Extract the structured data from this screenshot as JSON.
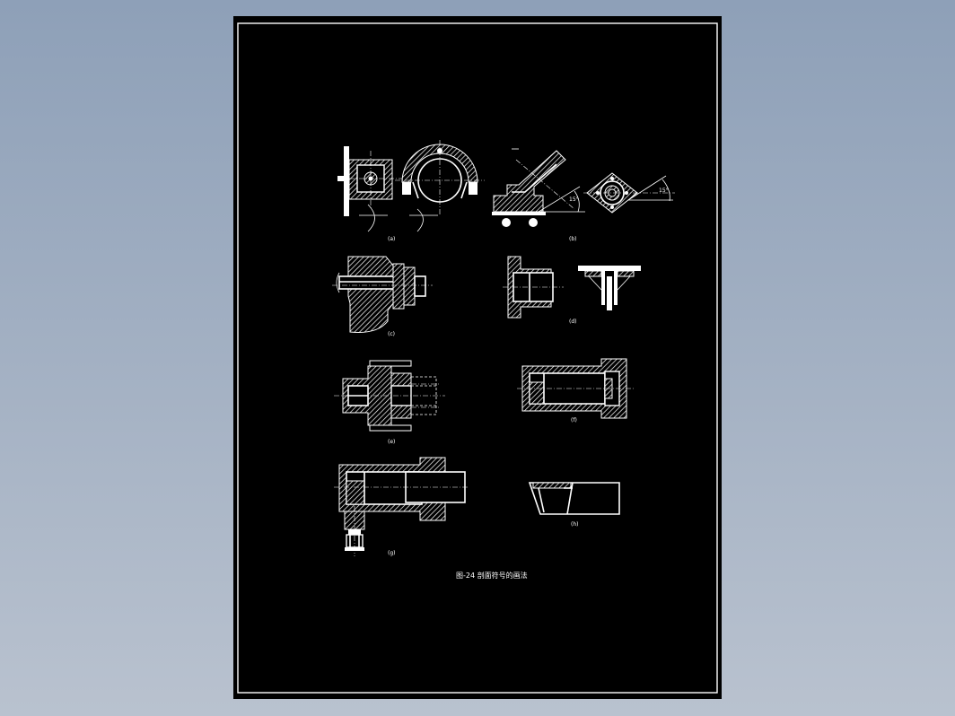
{
  "drawing": {
    "view_labels": [
      "(a)",
      "(b)",
      "(c)",
      "(d)",
      "(e)",
      "(f)",
      "(g)",
      "(h)"
    ],
    "angle_label_a": "15°",
    "angle_label_b": "15°",
    "caption": "图-24  剖面符号的画法"
  },
  "colors": {
    "background_gradient_top": "#8ea0b8",
    "background_gradient_bottom": "#b9c2cf",
    "sheet": "#000000",
    "linework": "#ffffff"
  }
}
